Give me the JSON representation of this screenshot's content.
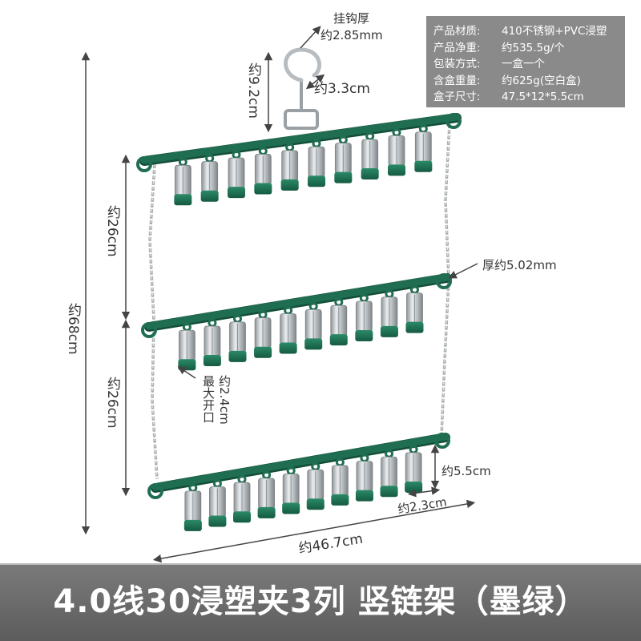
{
  "specs": [
    {
      "key": "产品材质:",
      "value": "410不锈钢+PVC浸塑"
    },
    {
      "key": "产品净重:",
      "value": "约535.5g/个"
    },
    {
      "key": "包装方式:",
      "value": "一盒一个"
    },
    {
      "key": "含盒重量:",
      "value": "约625g(空白盒)"
    },
    {
      "key": "盒子尺寸:",
      "value": "47.5*12*5.5cm"
    }
  ],
  "dimensions": {
    "hook_thickness_label": "挂钩厚",
    "hook_thickness_value": "约2.85mm",
    "hook_width": "约3.3cm",
    "hook_height": "约9.2cm",
    "tier_gap_1": "约26cm",
    "tier_gap_2": "约26cm",
    "total_height": "约68cm",
    "bar_thickness": "厚约5.02mm",
    "clip_open_a": "最大开口",
    "clip_open_b": "约2.4cm",
    "clip_height": "约5.5cm",
    "clip_width": "约2.3cm",
    "total_width": "约46.7cm"
  },
  "colors": {
    "bar": "#1f6e52",
    "bar_dark": "#144e3a",
    "clip_metal": "#c9ced1",
    "chain": "#a9aeb2"
  },
  "banner": "4.0线30浸塑夹3列 竖链架（墨绿）"
}
